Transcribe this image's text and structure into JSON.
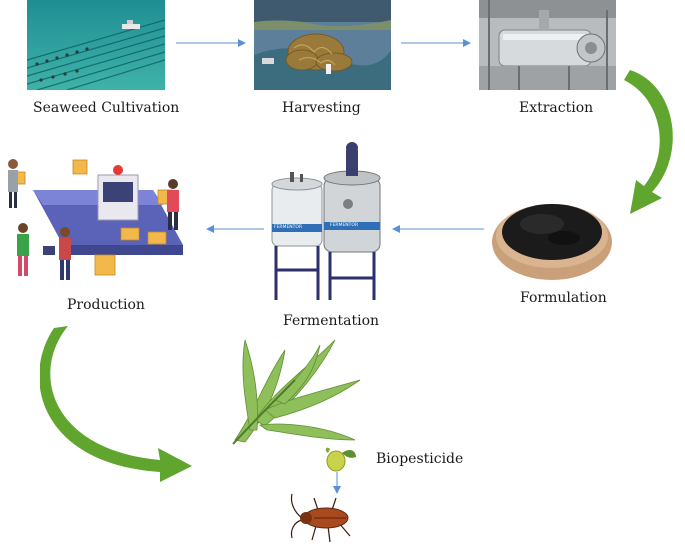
{
  "steps": {
    "seaweed_cultivation": "Seaweed Cultivation",
    "harvesting": "Harvesting",
    "extraction": "Extraction",
    "formulation": "Formulation",
    "fermentation": "Fermentation",
    "production": "Production",
    "biopesticide": "Biopesticide"
  },
  "vessel_labels": {
    "left_tank": "FERMENTOR",
    "right_tank": "FERMENTOR"
  },
  "colors": {
    "flow_arrow": "#5b8fd6",
    "cycle_arrow": "#5fa52e",
    "label_text": "#1a1a1a"
  },
  "icons": {
    "cultivation": "sea-farm-photo",
    "harvesting": "seaweed-harvest-photo",
    "extraction": "extraction-machine-photo",
    "formulation": "powder-bowl-photo",
    "fermentation": "fermenter-tanks-illustration",
    "production": "factory-line-illustration",
    "seaweed": "seaweed-illustration",
    "biopesticide": "fruit-leaf-icon",
    "pest": "cockroach-icon"
  }
}
